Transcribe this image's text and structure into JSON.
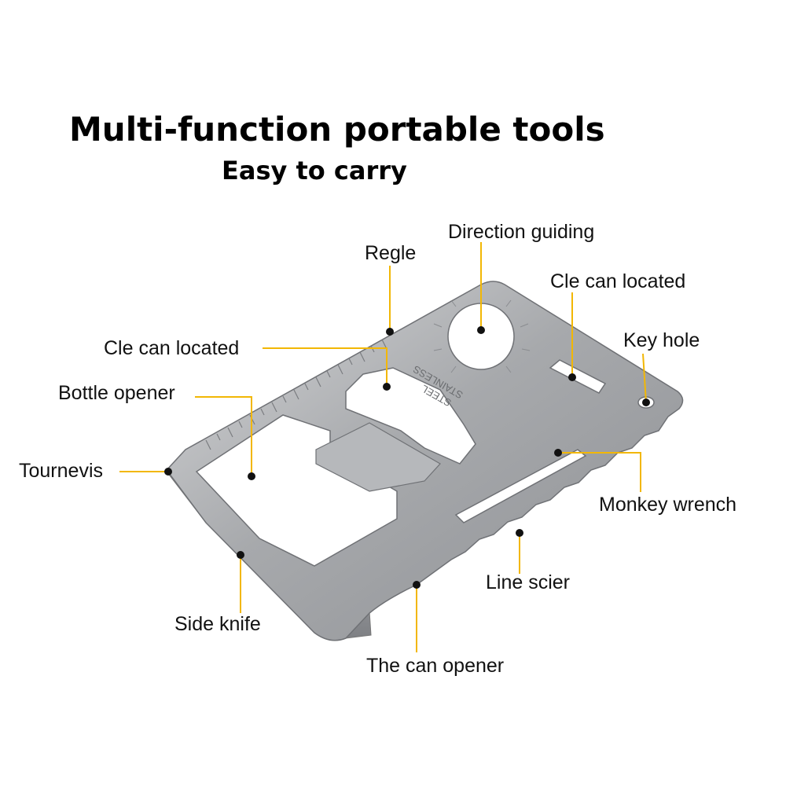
{
  "title": "Multi-function portable tools",
  "subtitle": "Easy to carry",
  "card_engraving": [
    "STAINLESS",
    "STEEL"
  ],
  "colors": {
    "leader": "#f2b705",
    "dot": "#111111",
    "steel": "#a9abae"
  },
  "labels": {
    "direction_guiding": "Direction guiding",
    "regle": "Regle",
    "cle_top": "Cle can located",
    "cle_left": "Cle can located",
    "key_hole": "Key hole",
    "bottle_opener": "Bottle opener",
    "tournevis": "Tournevis",
    "monkey_wrench": "Monkey wrench",
    "line_scier": "Line scier",
    "side_knife": "Side knife",
    "can_opener": "The can opener"
  }
}
